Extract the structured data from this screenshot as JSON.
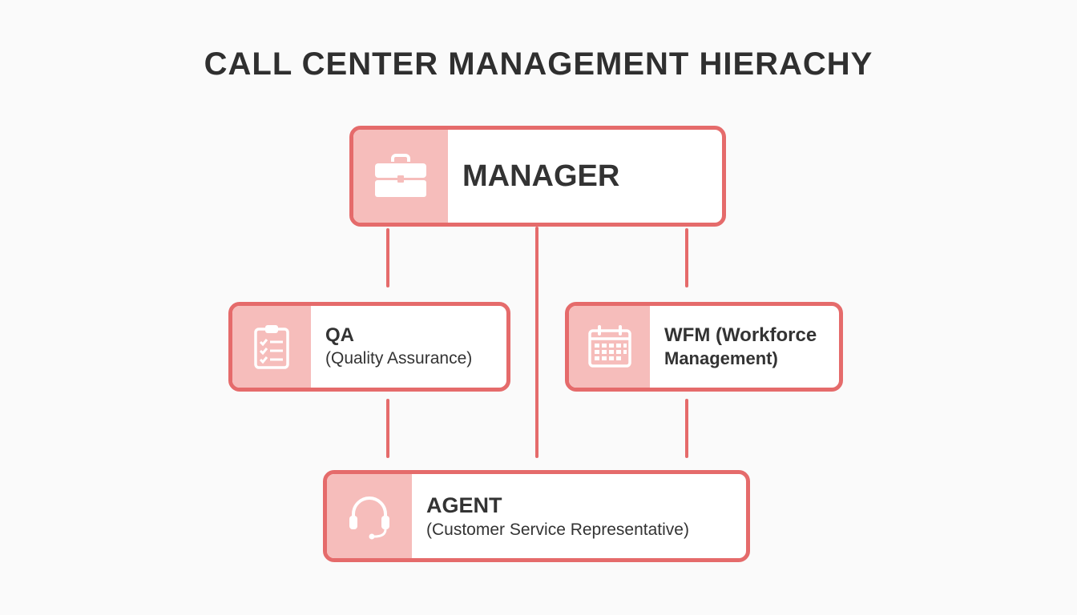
{
  "title": "CALL CENTER MANAGEMENT HIERACHY",
  "colors": {
    "accent": "#e56b6b",
    "icon_panel": "#f6bdbb",
    "text": "#333333",
    "background": "#fafafa"
  },
  "nodes": {
    "manager": {
      "label": "MANAGER",
      "icon": "briefcase-icon"
    },
    "qa": {
      "label": "QA",
      "sublabel": "(Quality Assurance)",
      "icon": "clipboard-checklist-icon"
    },
    "wfm": {
      "label": "WFM (Workforce",
      "sublabel": "Management)",
      "icon": "calendar-icon"
    },
    "agent": {
      "label": "AGENT",
      "sublabel": "(Customer Service Representative)",
      "icon": "headset-icon"
    }
  }
}
